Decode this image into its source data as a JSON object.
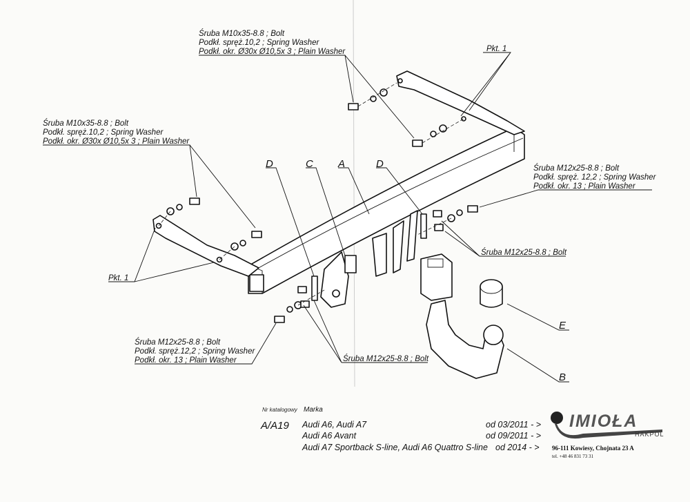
{
  "labels": {
    "top_group": [
      "Śruba M10x35-8.8 ; Bolt",
      "Podkł. spręż.10,2 ; Spring Washer",
      "Podkł. okr.  Ø30x Ø10,5x 3 ; Plain Washer"
    ],
    "left_group": [
      "Śruba M10x35-8.8 ; Bolt",
      "Podkł. spręż.10,2 ; Spring Washer",
      "Podkł. okr.  Ø30x Ø10,5x 3 ; Plain Washer"
    ],
    "right_group": [
      "Śruba M12x25-8.8 ; Bolt",
      "Podkł. spręż. 12,2 ; Spring Washer",
      "Podkł. okr. 13 ; Plain Washer"
    ],
    "bottom_left_group": [
      "Śruba M12x25-8.8 ; Bolt",
      "Podkł. spręż.12,2 ; Spring Washer",
      "Podkł. okr. 13 ; Plain Washer"
    ],
    "right_bolt": "Śruba M12x25-8.8 ;  Bolt",
    "center_bolt": "Śruba M12x25-8.8 ;  Bolt",
    "pkt_top": "Pkt. 1",
    "pkt_left": "Pkt. 1"
  },
  "parts": {
    "d1": "D",
    "c": "C",
    "a": "A",
    "d2": "D",
    "e": "E",
    "b": "B"
  },
  "catalog": {
    "nr_label": "Nr katalogowy",
    "marka_label": "Marka",
    "number": "A/A19",
    "models": [
      {
        "name": "Audi A6, Audi A7",
        "from": "od  03/2011 - >"
      },
      {
        "name": "Audi A6 Avant",
        "from": "od  09/2011 - >"
      },
      {
        "name": "Audi A7 Sportback S-line, Audi A6 Quattro S-line",
        "from": "od 2014 - >"
      }
    ]
  },
  "company": {
    "logo": "IMIOŁA",
    "sub": "HAKPOL",
    "address": "96-111 Kowiesy, Chojnata 23 A",
    "phone": "tel. +48 46 831 73 31"
  }
}
